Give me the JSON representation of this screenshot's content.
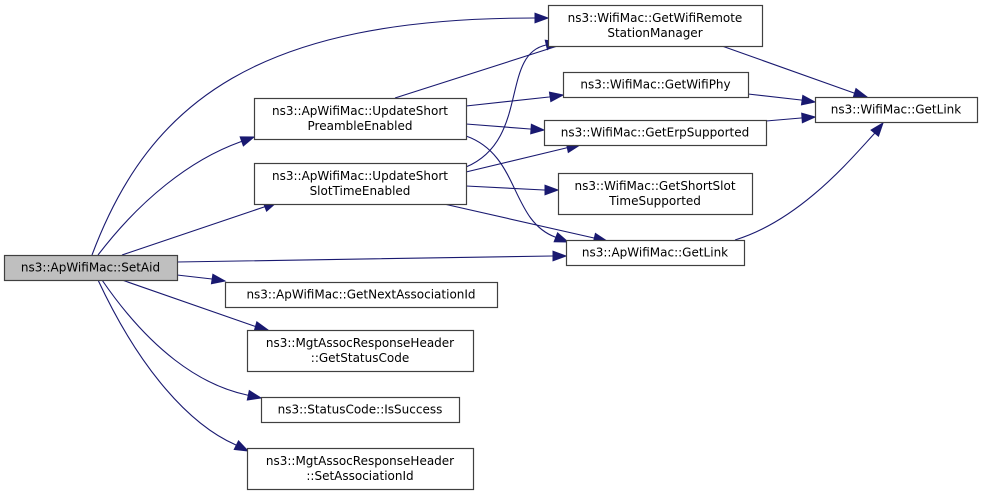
{
  "diagram": {
    "type": "call-graph",
    "root": "setaid",
    "colors": {
      "edge": "#191970",
      "root_fill": "#bfbfbf",
      "node_fill": "#ffffff",
      "node_border": "#404040"
    },
    "nodes": {
      "setaid": {
        "lines": [
          "ns3::ApWifiMac::SetAid"
        ]
      },
      "upd_preamble": {
        "lines": [
          "ns3::ApWifiMac::UpdateShort",
          "PreambleEnabled"
        ]
      },
      "upd_slot": {
        "lines": [
          "ns3::ApWifiMac::UpdateShort",
          "SlotTimeEnabled"
        ]
      },
      "get_rsm": {
        "lines": [
          "ns3::WifiMac::GetWifiRemote",
          "StationManager"
        ]
      },
      "get_phy": {
        "lines": [
          "ns3::WifiMac::GetWifiPhy"
        ]
      },
      "get_erp": {
        "lines": [
          "ns3::WifiMac::GetErpSupported"
        ]
      },
      "get_sst": {
        "lines": [
          "ns3::WifiMac::GetShortSlot",
          "TimeSupported"
        ]
      },
      "ap_getlink": {
        "lines": [
          "ns3::ApWifiMac::GetLink"
        ]
      },
      "wm_getlink": {
        "lines": [
          "ns3::WifiMac::GetLink"
        ]
      },
      "next_aid": {
        "lines": [
          "ns3::ApWifiMac::GetNextAssociationId"
        ]
      },
      "status_code": {
        "lines": [
          "ns3::MgtAssocResponseHeader",
          "::GetStatusCode"
        ]
      },
      "is_success": {
        "lines": [
          "ns3::StatusCode::IsSuccess"
        ]
      },
      "set_assoc": {
        "lines": [
          "ns3::MgtAssocResponseHeader",
          "::SetAssociationId"
        ]
      }
    },
    "edges": [
      [
        "setaid",
        "get_rsm"
      ],
      [
        "setaid",
        "upd_preamble"
      ],
      [
        "setaid",
        "upd_slot"
      ],
      [
        "setaid",
        "ap_getlink"
      ],
      [
        "setaid",
        "next_aid"
      ],
      [
        "setaid",
        "status_code"
      ],
      [
        "setaid",
        "is_success"
      ],
      [
        "setaid",
        "set_assoc"
      ],
      [
        "upd_preamble",
        "get_rsm"
      ],
      [
        "upd_preamble",
        "get_phy"
      ],
      [
        "upd_preamble",
        "get_erp"
      ],
      [
        "upd_preamble",
        "ap_getlink"
      ],
      [
        "upd_slot",
        "get_rsm"
      ],
      [
        "upd_slot",
        "get_erp"
      ],
      [
        "upd_slot",
        "get_sst"
      ],
      [
        "upd_slot",
        "ap_getlink"
      ],
      [
        "get_rsm",
        "wm_getlink"
      ],
      [
        "get_phy",
        "wm_getlink"
      ],
      [
        "get_erp",
        "wm_getlink"
      ],
      [
        "ap_getlink",
        "wm_getlink"
      ]
    ]
  }
}
